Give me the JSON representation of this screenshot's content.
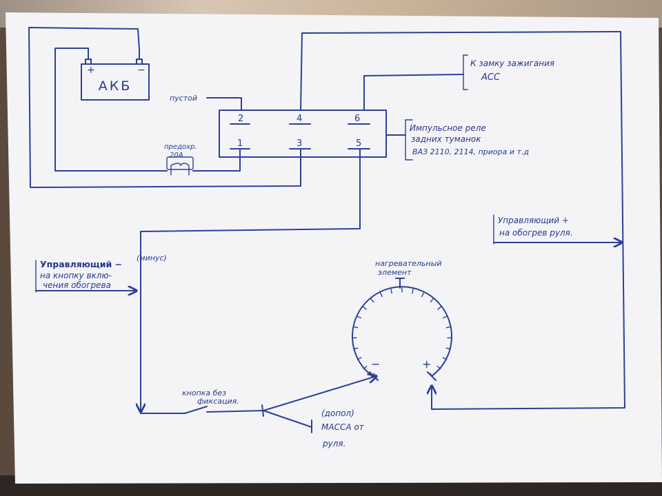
{
  "labels": {
    "battery": "АКБ",
    "battery_plus": "+",
    "battery_minus": "−",
    "empty_terminal": "пустой",
    "fuse_line1": "предохр.",
    "fuse_line2": "20А",
    "ignition_line1": "К замку зажигания",
    "ignition_line2": "АСС",
    "relay_line1": "Импульсное реле",
    "relay_line2": "задних туманок",
    "relay_line3": "ВАЗ 2110, 2114, приора и т.д",
    "pins": [
      "2",
      "4",
      "6",
      "1",
      "3",
      "5"
    ],
    "ctrl_minus_line1": "Управляющий −",
    "ctrl_minus_note": "(минус)",
    "ctrl_minus_line2": "на кнопку вклю-",
    "ctrl_minus_line3": "чения обогрева",
    "ctrl_plus_line1": "Управляющий +",
    "ctrl_plus_line2": "на обогрев руля.",
    "heater_line1": "нагревательный",
    "heater_line2": "элемент",
    "heater_minus": "−",
    "heater_plus": "+",
    "button_line1": "кнопка без",
    "button_line2": "фиксация.",
    "ground_line1": "(допол)",
    "ground_line2": "МАССА от",
    "ground_line3": "руля."
  },
  "colors": {
    "ink": "#2c3f98",
    "paper": "#f4f4f6",
    "background": "#6b5a4c"
  }
}
